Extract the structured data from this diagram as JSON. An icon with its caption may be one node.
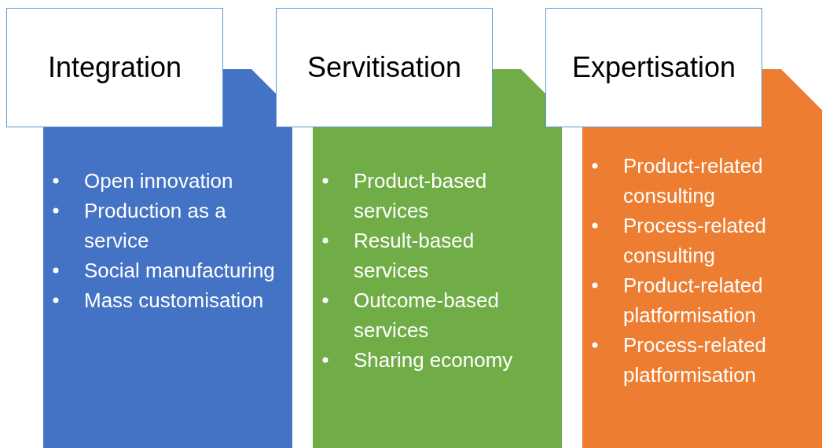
{
  "diagram": {
    "nodes": [
      {
        "text": [
          "Integration"
        ]
      },
      {
        "text": [
          "Open innovation",
          "Production as a service",
          "Social manufacturing",
          "Mass customisation"
        ]
      },
      {
        "text": [
          "Servitisation"
        ]
      },
      {
        "text": [
          "Product-based services",
          "Result-based services",
          "Outcome-based services",
          "Sharing economy"
        ]
      },
      {
        "text": [
          "Expertisation"
        ]
      },
      {
        "text": [
          "Product-related consulting",
          "Process-related consulting",
          "Product-related platformisation",
          "Process-related platformisation"
        ]
      }
    ],
    "edges": []
  }
}
